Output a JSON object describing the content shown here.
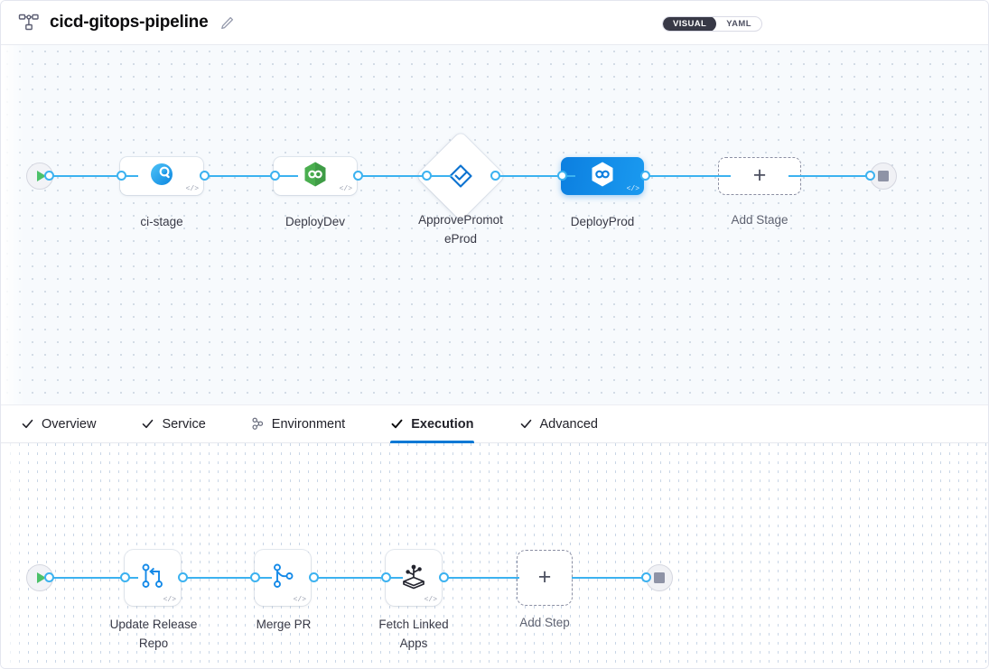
{
  "header": {
    "pipeline_icon": "pipeline-hierarchy-icon",
    "title": "cicd-gitops-pipeline",
    "edit_icon": "pencil-edit-icon",
    "view_toggle": {
      "visual_label": "VISUAL",
      "yaml_label": "YAML",
      "selected": "VISUAL"
    }
  },
  "colors": {
    "accent_blue": "#0278d5",
    "edge_blue": "#3cb2f0",
    "selected_node": "#0c7fe0",
    "canvas_bg": "#f7fafd",
    "play_green": "#4cc16a",
    "stop_gray": "#8e93a6"
  },
  "stage_canvas": {
    "start_node": {
      "name": "pipeline-start",
      "icon": "play-icon"
    },
    "end_node": {
      "name": "pipeline-end",
      "icon": "stop-icon"
    },
    "stages": [
      {
        "label": "ci-stage",
        "icon": "harness-ci-icon",
        "type": "box",
        "selected": false,
        "code_glyph": "</>"
      },
      {
        "label": "DeployDev",
        "icon": "gitops-hex-green-icon",
        "type": "box",
        "selected": false,
        "code_glyph": "</>"
      },
      {
        "label": "ApprovePromot\neProd",
        "icon": "approval-check-icon",
        "type": "diamond",
        "selected": false,
        "code_glyph": ""
      },
      {
        "label": "DeployProd",
        "icon": "gitops-hex-white-icon",
        "type": "box",
        "selected": true,
        "code_glyph": "</>"
      }
    ],
    "add_stage": {
      "label": "Add Stage",
      "icon": "plus-icon"
    }
  },
  "tabs": [
    {
      "label": "Overview",
      "icon": "check-icon",
      "active": false
    },
    {
      "label": "Service",
      "icon": "check-icon",
      "active": false
    },
    {
      "label": "Environment",
      "icon": "environment-icon",
      "active": false
    },
    {
      "label": "Execution",
      "icon": "check-icon",
      "active": true
    },
    {
      "label": "Advanced",
      "icon": "check-icon",
      "active": false
    }
  ],
  "step_canvas": {
    "start_node": {
      "name": "execution-start",
      "icon": "play-icon"
    },
    "end_node": {
      "name": "execution-end",
      "icon": "stop-icon"
    },
    "steps": [
      {
        "label": "Update Release\nRepo",
        "icon": "git-merge-icon",
        "code_glyph": "</>"
      },
      {
        "label": "Merge PR",
        "icon": "git-branch-icon",
        "code_glyph": "</>"
      },
      {
        "label": "Fetch Linked\nApps",
        "icon": "gitops-app-icon",
        "code_glyph": "</>"
      }
    ],
    "add_step": {
      "label": "Add Step",
      "icon": "plus-icon"
    }
  }
}
